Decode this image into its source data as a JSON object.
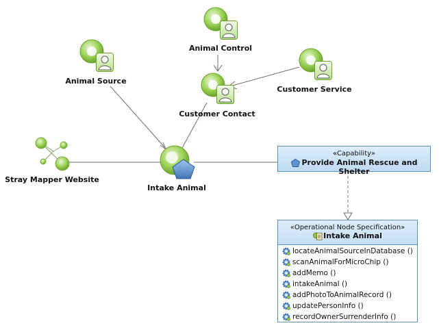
{
  "nodes": {
    "animal_control": "Animal Control",
    "animal_source": "Animal Source",
    "customer_service": "Customer Service",
    "customer_contact": "Customer Contact",
    "stray_mapper": "Stray Mapper Website",
    "intake_animal": "Intake Animal"
  },
  "capability": {
    "stereotype": "«Capability»",
    "name": "Provide Animal Rescue and Shelter"
  },
  "spec": {
    "stereotype": "«Operational Node Specification»",
    "name": "Intake Animal",
    "operations": [
      "locateAnimalSourceInDatabase ()",
      "scanAnimalForMicroChip ()",
      "addMemo ()",
      "intakeAnimal ()",
      "addPhotoToAnimalRecord ()",
      "updatePersonInfo ()",
      "recordOwnerSurrenderInfo ()"
    ]
  },
  "colors": {
    "actor_green": "#8cc63f",
    "box_border": "#5b8fc7",
    "edge": "#6e6e6e"
  },
  "icons": [
    "actor-icon",
    "capability-icon",
    "spec-icon",
    "operation-gear-icon"
  ]
}
